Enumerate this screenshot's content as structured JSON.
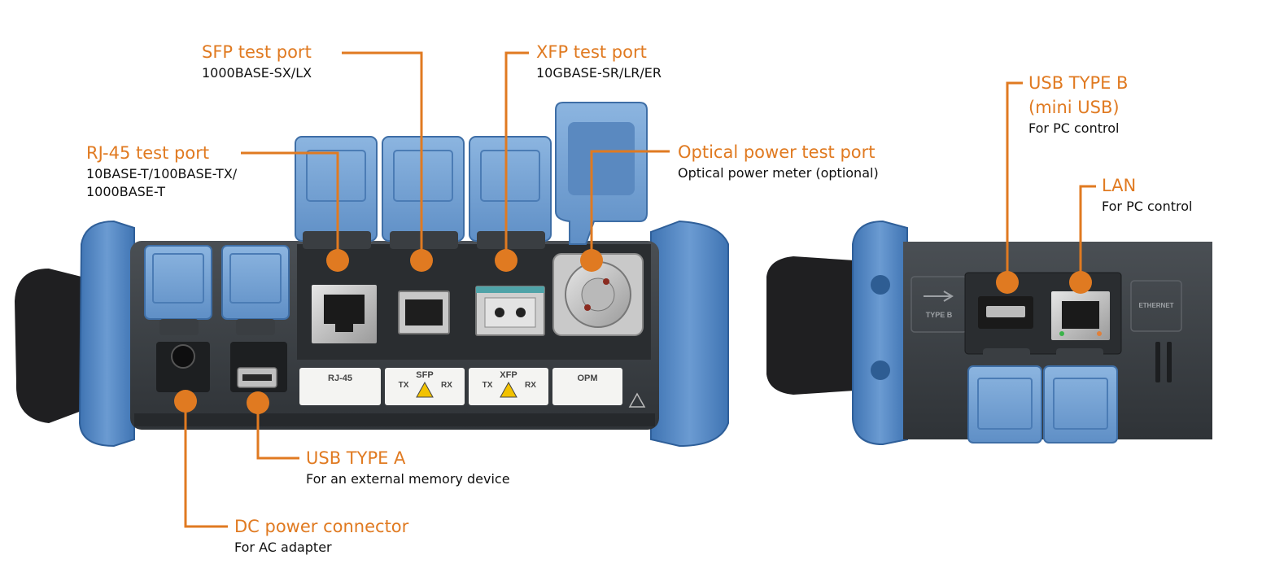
{
  "colors": {
    "accent_orange": "#e07a21",
    "body_dark": "#3c4044",
    "bumper_blue": "#5d8fc7",
    "cover_blue": "#7aa7d8",
    "label_white": "#f4f4f2"
  },
  "callouts": {
    "sfp": {
      "title": "SFP test port",
      "desc": "1000BASE-SX/LX"
    },
    "xfp": {
      "title": "XFP test port",
      "desc": "10GBASE-SR/LR/ER"
    },
    "rj45": {
      "title": "RJ-45 test port",
      "desc_line1": "10BASE-T/100BASE-TX/",
      "desc_line2": "1000BASE-T"
    },
    "opm": {
      "title": "Optical power test port",
      "desc": "Optical power meter (optional)"
    },
    "usb_a": {
      "title": "USB TYPE A",
      "desc": "For an external memory device"
    },
    "dc": {
      "title": "DC power connector",
      "desc": "For AC adapter"
    },
    "usb_b": {
      "title_line1": "USB TYPE B",
      "title_line2": "(mini USB)",
      "desc": "For PC control"
    },
    "lan": {
      "title": "LAN",
      "desc": "For PC control"
    }
  },
  "device_labels": {
    "rj45": "RJ-45",
    "sfp": "SFP",
    "xfp": "XFP",
    "opm": "OPM",
    "tx": "TX",
    "rx": "RX",
    "type_b": "TYPE B",
    "ethernet": "ETHERNET"
  }
}
